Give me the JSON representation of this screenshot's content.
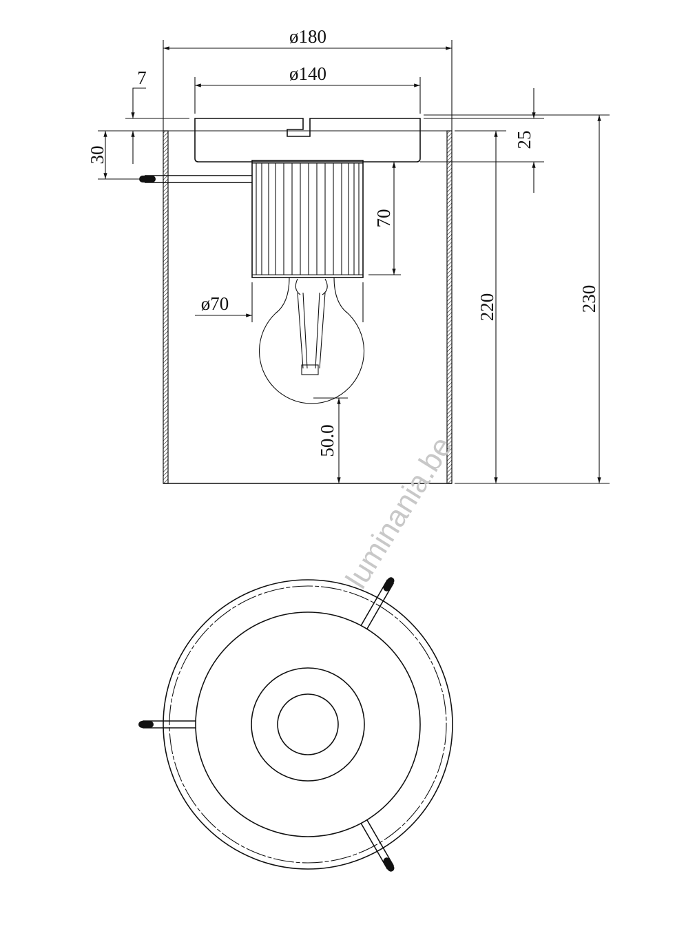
{
  "drawing": {
    "side_view": {
      "dimensions": {
        "shade_diameter": "ø180",
        "canopy_diameter": "ø140",
        "offset_top": "7",
        "screw_height": "30",
        "canopy_height": "25",
        "holder_height": "70",
        "bulb_diameter": "ø70",
        "shade_height": "220",
        "total_height": "230",
        "bulb_clearance": "50.0"
      }
    },
    "top_view": {},
    "watermark": "luminania.be",
    "colors": {
      "line": "#111111",
      "watermark": "#c8c8c8"
    }
  }
}
